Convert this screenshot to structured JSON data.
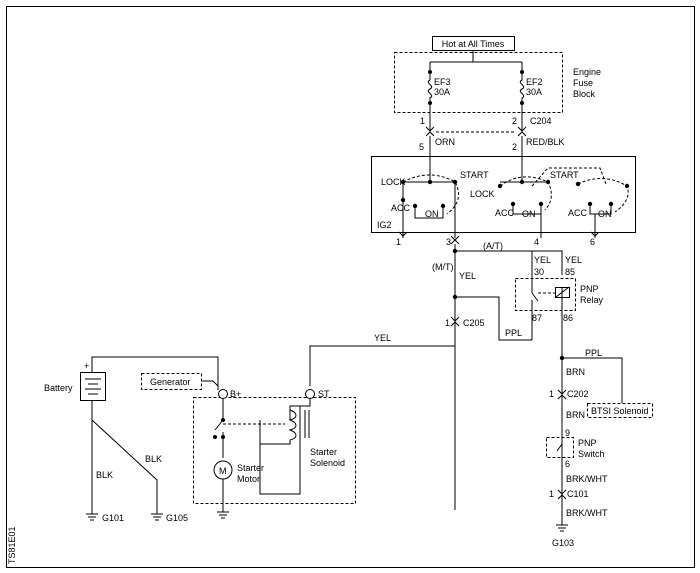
{
  "hot_label": "Hot at All Times",
  "fuse_block": {
    "line1": "Engine",
    "line2": "Fuse",
    "line3": "Block"
  },
  "fuse_ef3": {
    "name": "EF3",
    "rating": "30A"
  },
  "fuse_ef2": {
    "name": "EF2",
    "rating": "30A"
  },
  "connector_c204": {
    "name": "C204",
    "pin_left_top": "1",
    "pin_right_top": "2",
    "pin_left_bottom": "5",
    "pin_right_bottom": "2"
  },
  "wire_orn": "ORN",
  "wire_red_blk": "RED/BLK",
  "ignition_switch": {
    "start_left": "START",
    "start_right": "START",
    "lock_left": "LOCK",
    "lock_right": "LOCK",
    "acc_left": "ACC",
    "on_left": "ON",
    "acc_mid": "ACC",
    "on_mid": "ON",
    "acc_right": "ACC",
    "on_right": "ON",
    "ig2": "IG2",
    "pin1": "1",
    "pin3": "3",
    "pin4": "4",
    "pin6": "6"
  },
  "at_label": "(A/T)",
  "mt_label": "(M/T)",
  "wire_yel_left": "YEL",
  "wire_yel_mid": "YEL",
  "wire_yel_right": "YEL",
  "relay": {
    "line1": "PNP",
    "line2": "Relay",
    "pin30": "30",
    "pin85": "85",
    "pin87": "87",
    "pin86": "86"
  },
  "connector_c205": {
    "name": "C205",
    "pin": "1"
  },
  "wire_ppl_c205": "PPL",
  "wire_yel_long": "YEL",
  "wire_ppl_relay": "PPL",
  "battery_label": "Battery",
  "battery_plus": "+",
  "generator_label": "Generator",
  "bplus_label": "B+",
  "st_label": "ST",
  "starter_motor": {
    "line1": "Starter",
    "line2": "Motor",
    "symbol": "M"
  },
  "starter_solenoid": {
    "line1": "Starter",
    "line2": "Solenoid"
  },
  "wire_blk_left": "BLK",
  "wire_blk_right": "BLK",
  "ground_g101": "G101",
  "ground_g105": "G105",
  "wire_brn_top": "BRN",
  "connector_c202": {
    "name": "C202",
    "pin": "1"
  },
  "wire_brn_mid": "BRN",
  "btsi_label": "BTSI Solenoid",
  "pnp_switch": {
    "line1": "PNP",
    "line2": "Switch",
    "pin9": "9",
    "pin6": "6"
  },
  "wire_brk_wht_top": "BRK/WHT",
  "connector_c101": {
    "name": "C101",
    "pin": "1"
  },
  "wire_brk_wht_bottom": "BRK/WHT",
  "ground_g103": "G103",
  "figure_code": "TS81E01"
}
